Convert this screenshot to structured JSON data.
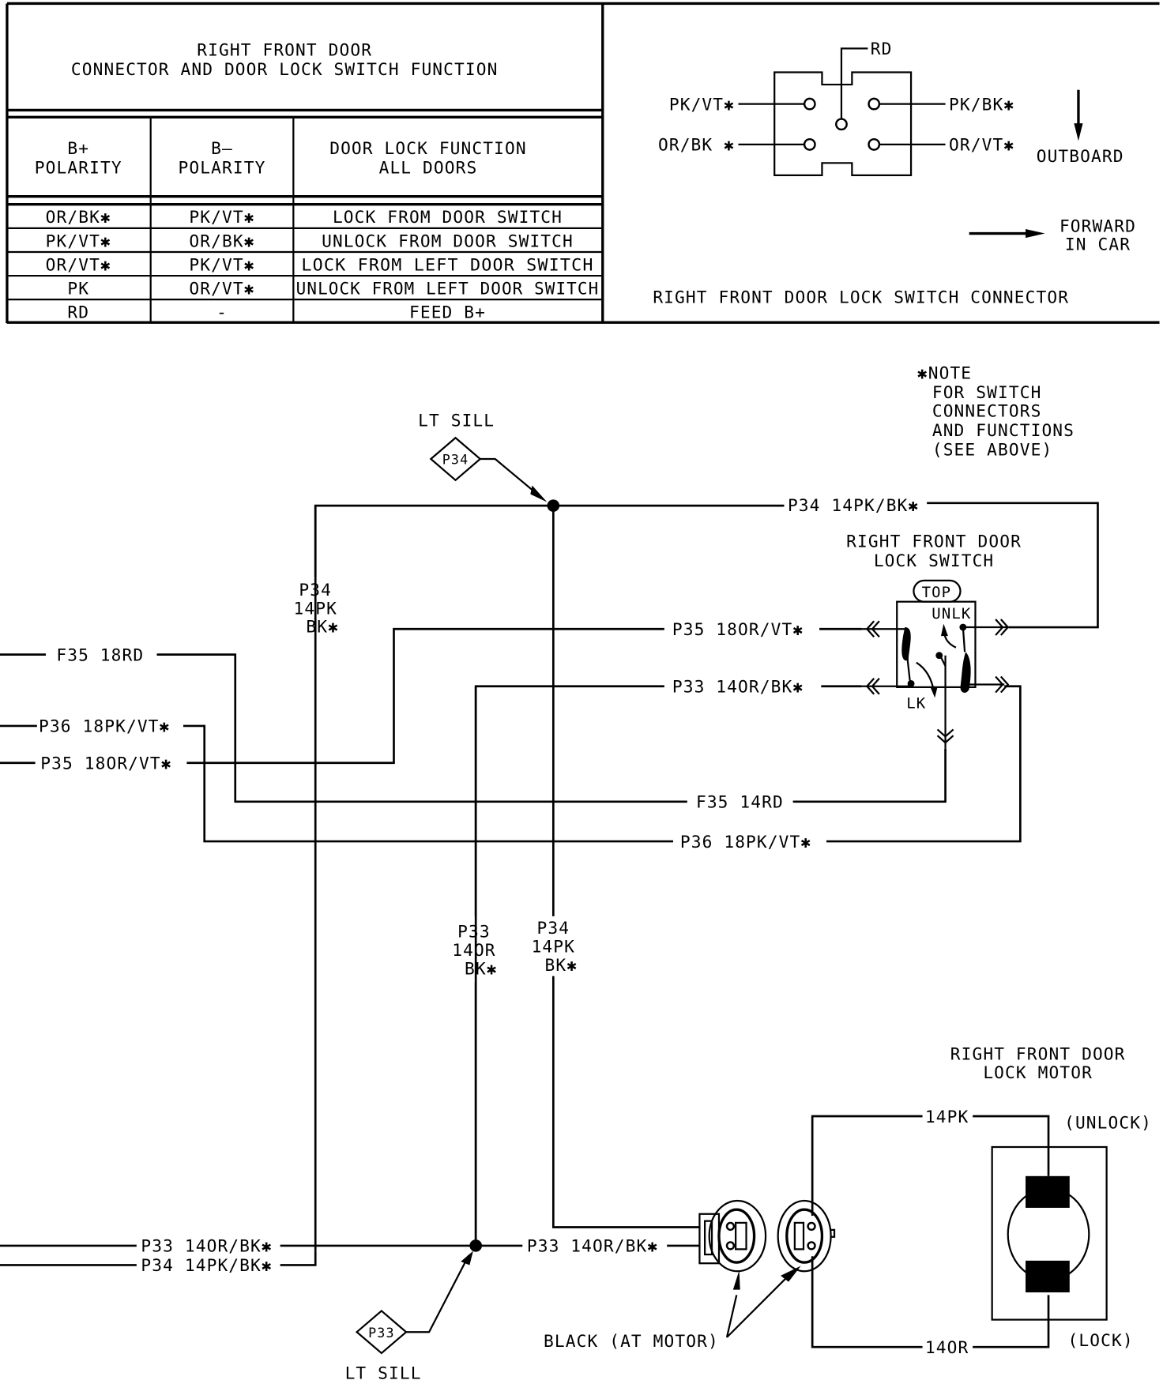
{
  "function_table": {
    "title_line1": "RIGHT FRONT DOOR",
    "title_line2": "CONNECTOR AND DOOR LOCK SWITCH FUNCTION",
    "headers": [
      {
        "line1": "B+",
        "line2": "POLARITY"
      },
      {
        "line1": "B—",
        "line2": "POLARITY"
      },
      {
        "line1": "DOOR LOCK FUNCTION",
        "line2": "ALL DOORS"
      }
    ],
    "rows": [
      {
        "b_plus": "OR/BK✱",
        "b_minus": "PK/VT✱",
        "function": "LOCK FROM DOOR SWITCH"
      },
      {
        "b_plus": "PK/VT✱",
        "b_minus": "OR/BK✱",
        "function": "UNLOCK FROM DOOR SWITCH"
      },
      {
        "b_plus": "OR/VT✱",
        "b_minus": "PK/VT✱",
        "function": "LOCK FROM LEFT DOOR SWITCH"
      },
      {
        "b_plus": "PK",
        "b_minus": "OR/VT✱",
        "function": "UNLOCK FROM LEFT DOOR SWITCH"
      },
      {
        "b_plus": "RD",
        "b_minus": "-",
        "function": "FEED B+"
      }
    ]
  },
  "connector_view": {
    "title": "RIGHT FRONT DOOR LOCK SWITCH CONNECTOR",
    "pins": {
      "top_center": "RD",
      "upper_left": "PK/VT✱",
      "lower_left": "OR/BK ✱",
      "upper_right": "PK/BK✱",
      "lower_right": "OR/VT✱"
    },
    "outboard_label": "OUTBOARD",
    "forward_line1": "FORWARD",
    "forward_line2": "IN CAR"
  },
  "note": {
    "line1": "✱NOTE",
    "line2": "FOR SWITCH",
    "line3": "CONNECTORS",
    "line4": "AND FUNCTIONS",
    "line5": "(SEE ABOVE)"
  },
  "splices": [
    {
      "id": "P34",
      "location": "LT SILL"
    },
    {
      "id": "P33",
      "location": "LT SILL"
    }
  ],
  "switch": {
    "title_line1": "RIGHT FRONT DOOR",
    "title_line2": "LOCK SWITCH",
    "top_label": "TOP",
    "unlock_label": "UNLK",
    "lock_label": "LK"
  },
  "motor": {
    "title_line1": "RIGHT FRONT DOOR",
    "title_line2": "LOCK MOTOR",
    "unlock_label": "(UNLOCK)",
    "lock_label": "(LOCK)",
    "wire_top": "14PK",
    "wire_bottom": "14OR",
    "connector_label": "BLACK (AT MOTOR)"
  },
  "wires": {
    "p34_top": "P34 14PK/BK✱",
    "p34_left_v1": "P34",
    "p34_left_v2": "14PK",
    "p34_left_v3": "BK✱",
    "p35_right": "P35 18OR/VT✱",
    "p33_right": "P33 14OR/BK✱",
    "f35_left": "F35 18RD",
    "p36_left": "P36 18PK/VT✱",
    "p35_left": "P35 18OR/VT✱",
    "f35_right": "F35 14RD",
    "p36_right": "P36 18PK/VT✱",
    "p33_v1": "P33",
    "p33_v2": "14OR",
    "p33_v3": "BK✱",
    "p34_v1": "P34",
    "p34_v2": "14PK",
    "p34_v3": "BK✱",
    "p33_bottom_left": "P33 14OR/BK✱",
    "p34_bottom_left": "P34 14PK/BK✱",
    "p33_bottom_mid": "P33 14OR/BK✱"
  }
}
